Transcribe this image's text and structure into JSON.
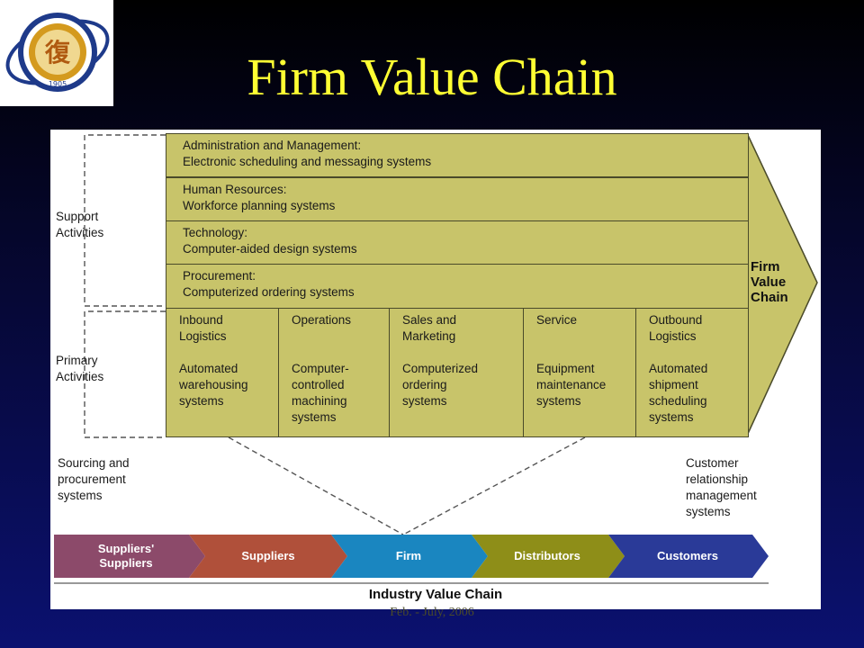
{
  "slide": {
    "title": "Firm Value Chain",
    "footer_line1": "",
    "footer_line2": "Feb. - July, 2006"
  },
  "logo": {
    "icon": "university-seal-icon",
    "year": "1905"
  },
  "diagram": {
    "support_label": [
      "Support",
      "Activities"
    ],
    "primary_label": [
      "Primary",
      "Activities"
    ],
    "support_activities": [
      {
        "name": "Administration and Management:",
        "system": "Electronic scheduling and messaging systems"
      },
      {
        "name": "Human Resources:",
        "system": "Workforce planning systems"
      },
      {
        "name": "Technology:",
        "system": "Computer-aided design systems"
      },
      {
        "name": "Procurement:",
        "system": "Computerized ordering systems"
      }
    ],
    "primary_activities": [
      {
        "name": [
          "Inbound",
          "Logistics"
        ],
        "system": [
          "Automated",
          "warehousing",
          "systems"
        ]
      },
      {
        "name": [
          "Operations"
        ],
        "system": [
          "Computer-",
          "controlled",
          "machining",
          "systems"
        ]
      },
      {
        "name": [
          "Sales and",
          "Marketing"
        ],
        "system": [
          "Computerized",
          "ordering",
          "systems"
        ]
      },
      {
        "name": [
          "Service"
        ],
        "system": [
          "Equipment",
          "maintenance",
          "systems"
        ]
      },
      {
        "name": [
          "Outbound",
          "Logistics"
        ],
        "system": [
          "Automated",
          "shipment",
          "scheduling",
          "systems"
        ]
      }
    ],
    "firm_value_chain_label": [
      "Firm",
      "Value",
      "Chain"
    ],
    "left_note": [
      "Sourcing and",
      "procurement",
      "systems"
    ],
    "right_note": [
      "Customer",
      "relationship",
      "management",
      "systems"
    ],
    "industry_chain": [
      {
        "label": [
          "Suppliers'",
          "Suppliers"
        ],
        "color": "#8c4a6a"
      },
      {
        "label": [
          "Suppliers"
        ],
        "color": "#b0503a"
      },
      {
        "label": [
          "Firm"
        ],
        "color": "#1a86c0"
      },
      {
        "label": [
          "Distributors"
        ],
        "color": "#8e8e18"
      },
      {
        "label": [
          "Customers"
        ],
        "color": "#2a3a98"
      }
    ],
    "industry_chain_label": "Industry Value Chain",
    "colors": {
      "activity_fill": "#c8c46a",
      "activity_border": "#4a4a2a",
      "title": "#ffff33"
    }
  }
}
